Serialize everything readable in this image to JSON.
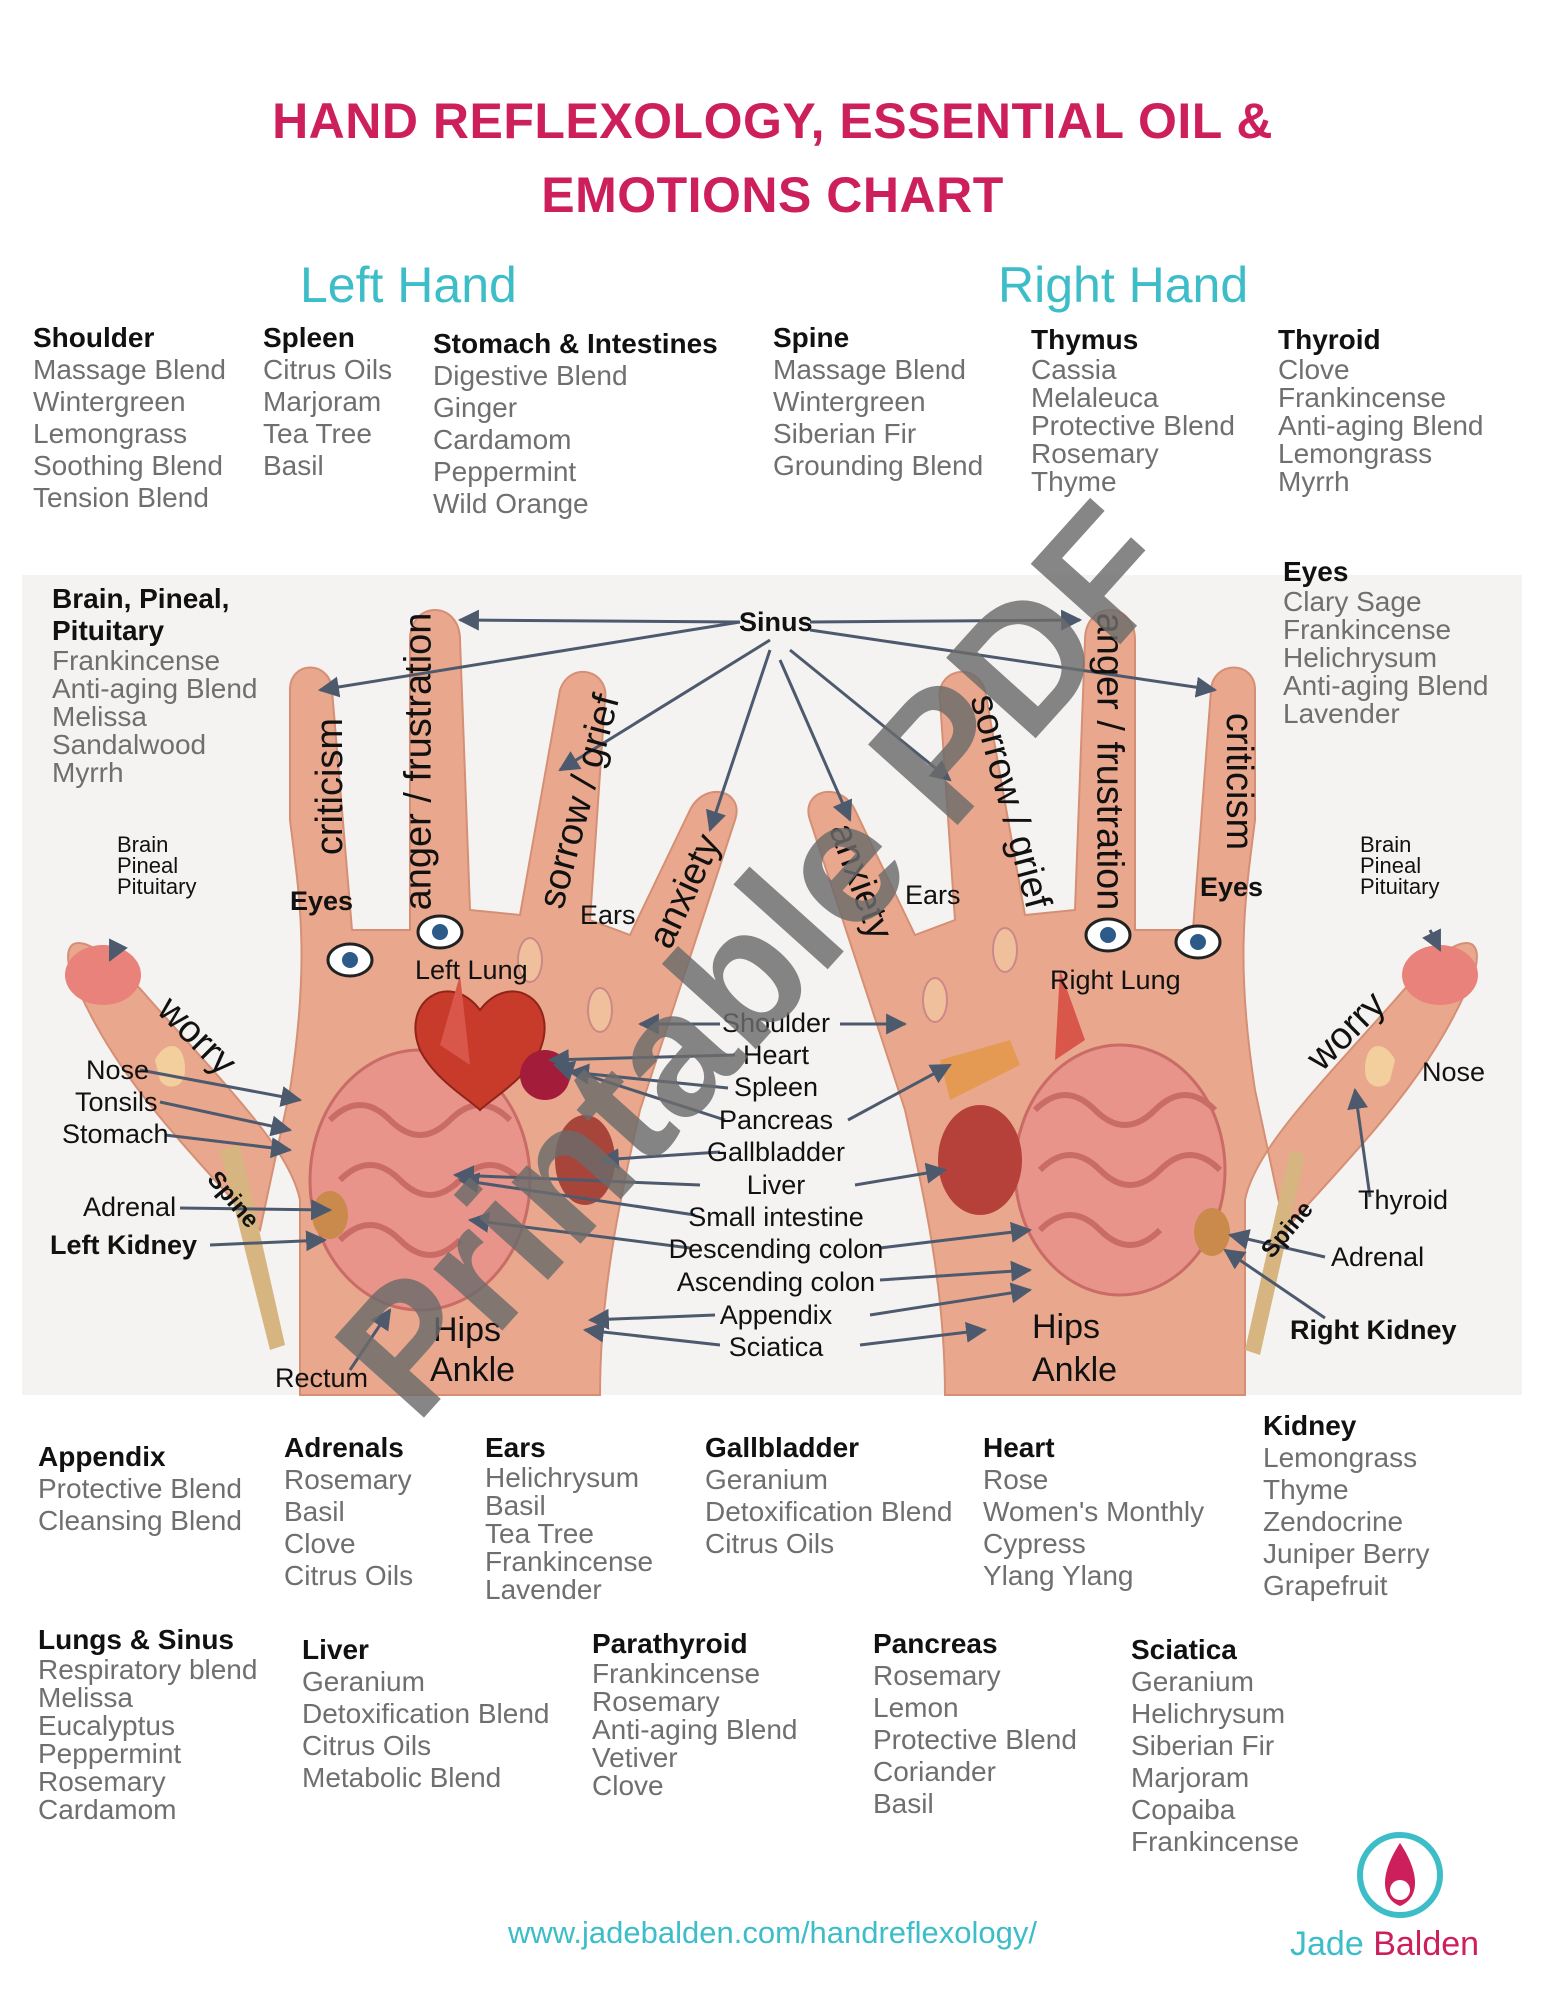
{
  "title": {
    "line1": "HAND REFLEXOLOGY, ESSENTIAL OIL &",
    "line2": "EMOTIONS CHART"
  },
  "hand_titles": {
    "left": "Left Hand",
    "right": "Right Hand"
  },
  "top_blocks": [
    {
      "heading": "Shoulder",
      "items": [
        "Massage Blend",
        "Wintergreen",
        "Lemongrass",
        "Soothing Blend",
        "Tension Blend"
      ]
    },
    {
      "heading": "Spleen",
      "items": [
        "Citrus Oils",
        "Marjoram",
        "Tea Tree",
        "Basil"
      ]
    },
    {
      "heading": "Stomach & Intestines",
      "items": [
        "Digestive Blend",
        "Ginger",
        "Cardamom",
        "Peppermint",
        "Wild Orange"
      ]
    },
    {
      "heading": "Spine",
      "items": [
        "Massage Blend",
        "Wintergreen",
        "Siberian Fir",
        "Grounding Blend"
      ]
    },
    {
      "heading": "Thymus",
      "items": [
        "Cassia",
        "Melaleuca",
        "Protective Blend",
        "Rosemary",
        "Thyme"
      ]
    },
    {
      "heading": "Thyroid",
      "items": [
        "Clove",
        "Frankincense",
        "Anti-aging Blend",
        "Lemongrass",
        "Myrrh"
      ]
    }
  ],
  "side_blocks": {
    "brain": {
      "heading_line1": "Brain, Pineal,",
      "heading_line2": "Pituitary",
      "items": [
        "Frankincense",
        "Anti-aging Blend",
        "Melissa",
        "Sandalwood",
        "Myrrh"
      ]
    },
    "eyes": {
      "heading": "Eyes",
      "items": [
        "Clary Sage",
        "Frankincense",
        "Helichrysum",
        "Anti-aging Blend",
        "Lavender"
      ]
    }
  },
  "diagram": {
    "sinus": "Sinus",
    "center_labels": [
      "Shoulder",
      "Heart",
      "Spleen",
      "Pancreas",
      "Gallbladder",
      "Liver",
      "Small intestine",
      "Descending colon",
      "Ascending colon",
      "Appendix",
      "Sciatica"
    ],
    "left": {
      "emotions": {
        "criticism": "criticism",
        "anger": "anger / frustration",
        "sorrow": "sorrow / grief",
        "anxiety": "anxiety",
        "worry": "worry"
      },
      "brain_small": [
        "Brain",
        "Pineal",
        "Pituitary"
      ],
      "eyes": "Eyes",
      "ears": "Ears",
      "lung": "Left Lung",
      "nose": "Nose",
      "tonsils": "Tonsils",
      "stomach": "Stomach",
      "spine": "Spine",
      "adrenal": "Adrenal",
      "kidney": "Left Kidney",
      "rectum": "Rectum",
      "hips": "Hips",
      "ankle": "Ankle"
    },
    "right": {
      "emotions": {
        "anxiety": "anxiety",
        "sorrow": "sorrow / grief",
        "anger": "anger / frustration",
        "criticism": "criticism",
        "worry": "worry"
      },
      "brain_small": [
        "Brain",
        "Pineal",
        "Pituitary"
      ],
      "eyes": "Eyes",
      "ears": "Ears",
      "lung": "Right Lung",
      "nose": "Nose",
      "thyroid": "Thyroid",
      "spine": "Spine",
      "adrenal": "Adrenal",
      "kidney": "Right Kidney",
      "hips": "Hips",
      "ankle": "Ankle"
    }
  },
  "bottom_row1": [
    {
      "heading": "Appendix",
      "items": [
        "Protective Blend",
        "Cleansing Blend"
      ]
    },
    {
      "heading": "Adrenals",
      "items": [
        "Rosemary",
        "Basil",
        "Clove",
        "Citrus Oils"
      ]
    },
    {
      "heading": "Ears",
      "items": [
        "Helichrysum",
        "Basil",
        "Tea Tree",
        "Frankincense",
        "Lavender"
      ]
    },
    {
      "heading": "Gallbladder",
      "items": [
        "Geranium",
        "Detoxification Blend",
        "Citrus Oils"
      ]
    },
    {
      "heading": "Heart",
      "items": [
        "Rose",
        "Women's Monthly",
        "Cypress",
        "Ylang Ylang"
      ]
    },
    {
      "heading": "Kidney",
      "items": [
        "Lemongrass",
        "Thyme",
        "Zendocrine",
        "Juniper Berry",
        "Grapefruit"
      ]
    }
  ],
  "bottom_row2": [
    {
      "heading": "Lungs & Sinus",
      "items": [
        "Respiratory blend",
        "Melissa",
        "Eucalyptus",
        "Peppermint",
        "Rosemary",
        "Cardamom"
      ]
    },
    {
      "heading": "Liver",
      "items": [
        "Geranium",
        "Detoxification Blend",
        "Citrus Oils",
        "Metabolic Blend"
      ]
    },
    {
      "heading": "Parathyroid",
      "items": [
        "Frankincense",
        "Rosemary",
        "Anti-aging Blend",
        "Vetiver",
        "Clove"
      ]
    },
    {
      "heading": "Pancreas",
      "items": [
        "Rosemary",
        "Lemon",
        "Protective Blend",
        "Coriander",
        "Basil"
      ]
    },
    {
      "heading": "Sciatica",
      "items": [
        "Geranium",
        "Helichrysum",
        "Siberian Fir",
        "Marjoram",
        "Copaiba",
        "Frankincense"
      ]
    }
  ],
  "footer": {
    "url": "www.jadebalden.com/handreflexology/"
  },
  "logo": {
    "word1": "Jade",
    "word2": "Balden",
    "primary": "#3dbdc8",
    "accent": "#cc1f5c"
  },
  "watermark": "Printable PDF",
  "colors": {
    "title": "#cc1f5c",
    "accent": "#3dbdc8",
    "skin": "#e8a58c",
    "item_text": "#6f6f6f"
  }
}
